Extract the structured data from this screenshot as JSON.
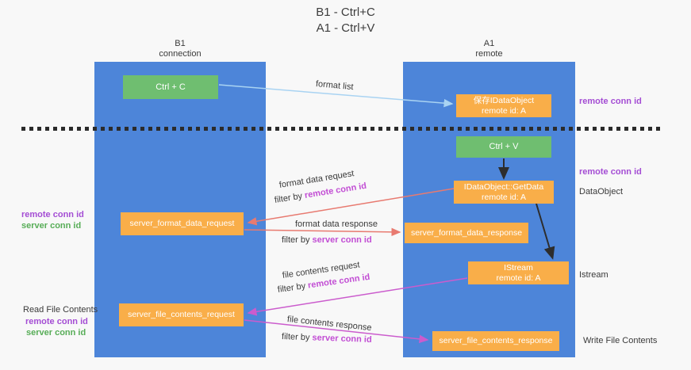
{
  "title": {
    "line1": "B1 - Ctrl+C",
    "line2": "A1 - Ctrl+V"
  },
  "columns": {
    "left": {
      "name": "B1",
      "subtitle": "connection"
    },
    "right": {
      "name": "A1",
      "subtitle": "remote"
    }
  },
  "boxes": {
    "ctrl_c": "Ctrl + C",
    "ctrl_v": "Ctrl + V",
    "save_idataobject": {
      "line1": "保存IDataObject",
      "line2": "remote id: A"
    },
    "getdata": {
      "line1": "IDataObject::GetData",
      "line2": "remote id: A"
    },
    "istream": {
      "line1": "IStream",
      "line2": "remote id: A"
    },
    "server_format_data_request": "server_format_data_request",
    "server_format_data_response": "server_format_data_response",
    "server_file_contents_request": "server_file_contents_request",
    "server_file_contents_response": "server_file_contents_response"
  },
  "arrow_labels": {
    "format_list": "format list",
    "format_data_request": "format data request",
    "format_data_response": "format data response",
    "file_contents_request": "file contents request",
    "file_contents_response": "file contents response",
    "filter_by": "filter by ",
    "remote_conn_id": "remote conn id",
    "server_conn_id": "server conn id"
  },
  "side_labels": {
    "remote_conn_id": "remote conn id",
    "server_conn_id": "server conn id",
    "dataobject": "DataObject",
    "istream": "Istream",
    "read_file_contents": "Read File Contents",
    "write_file_contents": "Write File Contents"
  },
  "colors": {
    "background": "#f8f8f8",
    "column_blue": "#4d85d9",
    "box_green": "#6fbe70",
    "box_orange": "#f9ae49",
    "label_purple": "#a44dd4",
    "label_green": "#57ad57",
    "label_magenta": "#c24ed4",
    "arrow_red": "#e87a70",
    "arrow_magenta": "#cb5ccd",
    "arrow_light_blue": "#a9d3f2",
    "arrow_black": "#2d2d2d"
  }
}
